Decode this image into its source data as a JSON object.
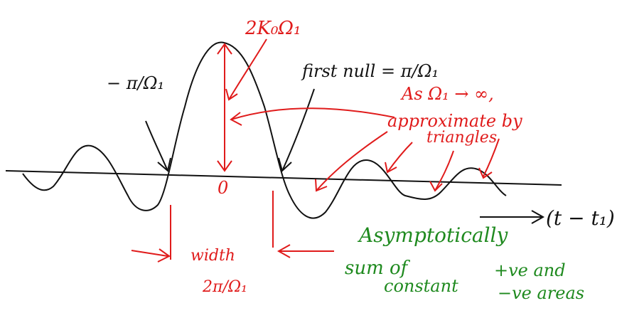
{
  "colors": {
    "ink": "#111111",
    "red": "#e01b1b",
    "green": "#1f8a1f",
    "background": "#ffffff"
  },
  "labels": {
    "peak_height": "2K₀Ω₁",
    "first_null": "first null = π/Ω₁",
    "neg_null": "− π/Ω₁",
    "approx_line1": "As Ω₁ → ∞,",
    "approx_line2": "approximate by",
    "approx_line3": "triangles",
    "origin": "0",
    "time_axis": "(t − t₁)",
    "width_word": "width",
    "width_value": "2π/Ω₁",
    "asym_line1": "Asymptotically",
    "asym_line2": "sum of",
    "asym_line3": "constant",
    "pos_areas": "+ve and",
    "neg_areas": "−ve areas"
  }
}
